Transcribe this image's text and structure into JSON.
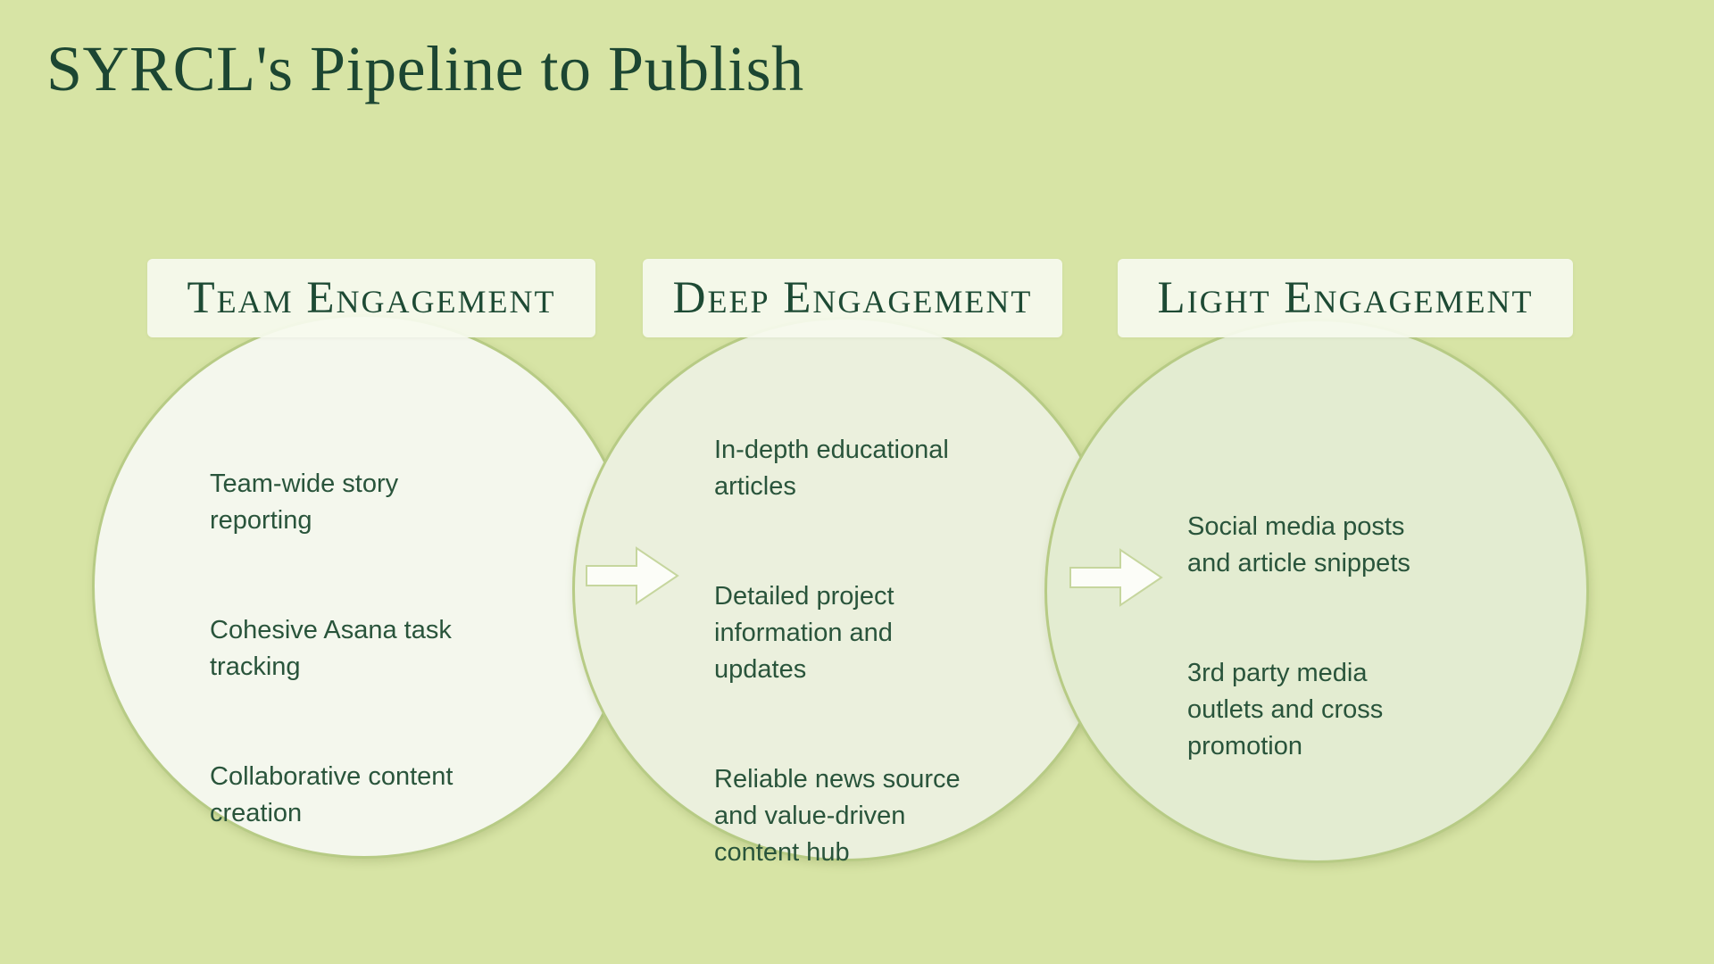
{
  "title": "SYRCL's Pipeline to Publish",
  "colors": {
    "background": "#d7e4a5",
    "title_text": "#1c4632",
    "header_background": "#f6faee",
    "header_text": "#1d4a34",
    "body_text": "#29543b",
    "circle_border": "#b7cb85",
    "circle_1_fill": "#f4f7ed",
    "circle_2_fill": "#ebf0dd",
    "circle_3_fill": "#e3ecd1",
    "arrow_fill": "#fcfdf8",
    "arrow_stroke": "#c6d69e"
  },
  "stages": [
    {
      "label": "Team Engagement",
      "items": [
        "Team-wide story\nreporting",
        "Cohesive Asana task\ntracking",
        "Collaborative content\ncreation"
      ]
    },
    {
      "label": "Deep Engagement",
      "items": [
        "In-depth educational\narticles",
        "Detailed project\ninformation and\nupdates",
        "Reliable news source\nand value-driven\ncontent hub"
      ]
    },
    {
      "label": "Light Engagement",
      "items": [
        "Social media posts\nand article snippets",
        "3rd party media\noutlets and cross\npromotion"
      ]
    }
  ]
}
